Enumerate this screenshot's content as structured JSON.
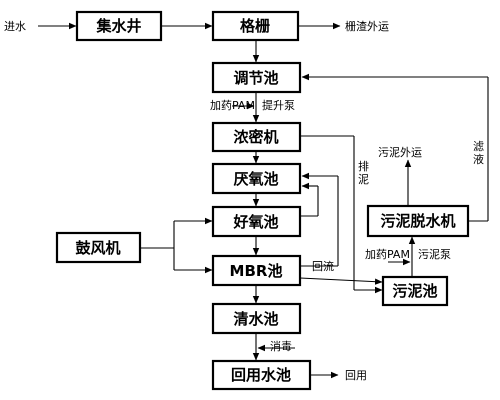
{
  "nodes": {
    "collection_well": "集水井",
    "grille": "格栅",
    "regulation_tank": "调节池",
    "concentrator": "浓密机",
    "anaerobic_tank": "厌氧池",
    "aerobic_tank": "好氧池",
    "blower": "鼓风机",
    "mbr_tank": "MBR池",
    "clear_water_tank": "清水池",
    "reuse_tank": "回用水池",
    "sludge_tank": "污泥池",
    "sludge_dewatering": "污泥脱水机"
  },
  "labels": {
    "water_in": "进水",
    "screenings_out": "栅渣外运",
    "add_pam_1": "加药PAM",
    "lift_pump": "提升泵",
    "discharge_sludge": "排泥",
    "reflux": "回流",
    "disinfection": "消毒",
    "reuse": "回用",
    "sludge_out": "污泥外运",
    "filtrate": "滤液",
    "add_pam_2": "加药PAM",
    "sludge_pump": "污泥泵"
  }
}
